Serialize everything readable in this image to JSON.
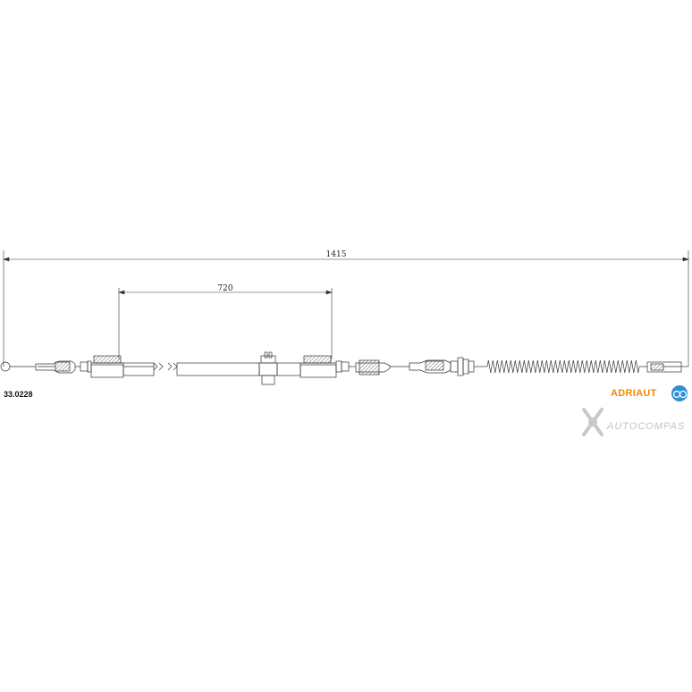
{
  "drawing": {
    "total_length_label": "1415",
    "section_length_label": "720",
    "part_number": "33.0228"
  },
  "branding": {
    "logo_text": "ADRIAUT",
    "logo_color": "#f08a00",
    "logo_icon": "adriauto-circle-logo-icon"
  },
  "watermark": {
    "text": "AUTOCOMPAS",
    "icon": "wrench-cross-icon",
    "color": "#c4c4c4"
  },
  "colors": {
    "line": "#333333",
    "hatch": "#666666"
  }
}
